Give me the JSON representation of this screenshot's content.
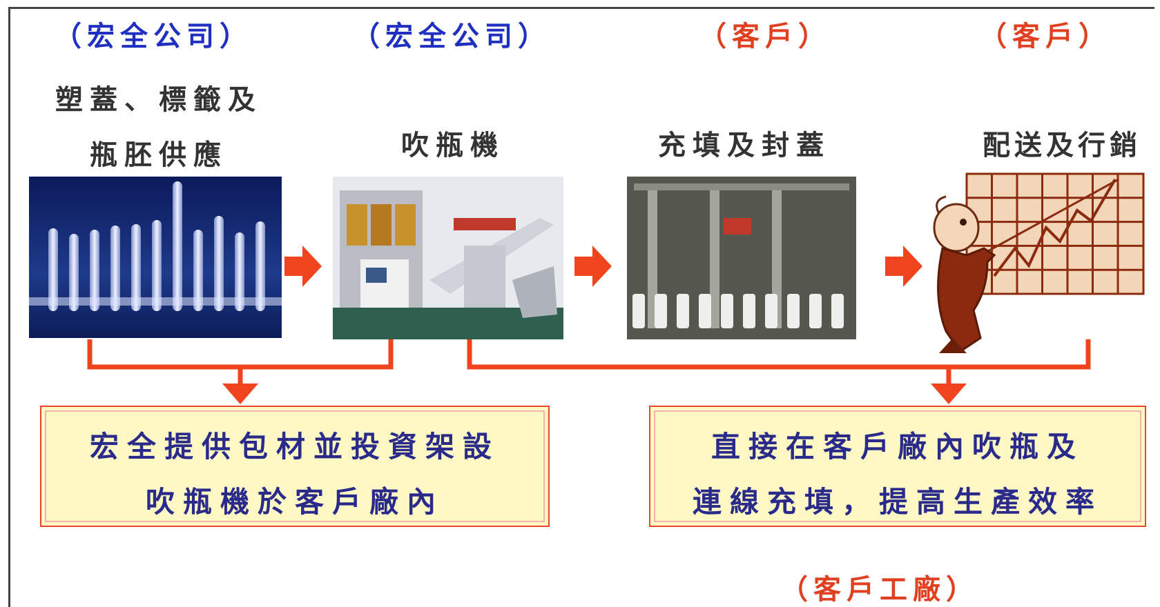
{
  "owners": [
    {
      "label": "（宏全公司）",
      "color": "#1f2fbf"
    },
    {
      "label": "（宏全公司）",
      "color": "#1f2fbf"
    },
    {
      "label": "（客戶）",
      "color": "#e04020"
    },
    {
      "label": "（客戶）",
      "color": "#e04020"
    }
  ],
  "stages": [
    {
      "line1": "塑蓋、標籤及",
      "line2": "瓶胚供應",
      "image": "preform-photo"
    },
    {
      "line1": "吹瓶機",
      "image": "blow-molding-machine-photo"
    },
    {
      "line1": "充填及封蓋",
      "image": "filling-capping-line-photo"
    },
    {
      "line1": "配送及行銷",
      "image": "marketing-chart-cartoon"
    }
  ],
  "notes": [
    {
      "line1": "宏全提供包材並投資架設",
      "line2": "吹瓶機於客戶廠內"
    },
    {
      "line1": "直接在客戶廠內吹瓶及",
      "line2": "連線充填，提高生產效率"
    }
  ],
  "footer": {
    "label": "（客戶工廠）",
    "color": "#e04020"
  },
  "colors": {
    "arrow": "#f0441e",
    "note_bg": "#fdf8c4",
    "note_border": "#e8452c",
    "note_text": "#2a2a8a"
  }
}
